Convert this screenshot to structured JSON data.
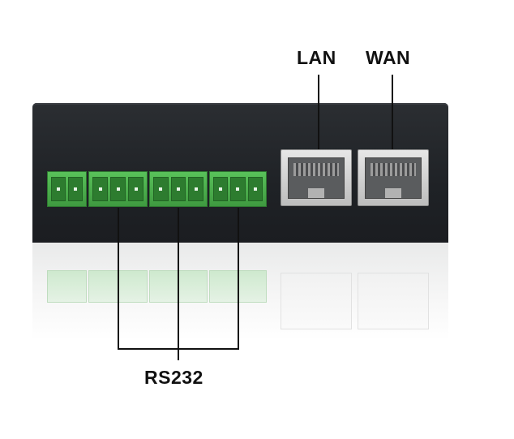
{
  "labels": {
    "lan": "LAN",
    "wan": "WAN",
    "rs232": "RS232"
  },
  "colors": {
    "chassis": "#1f2226",
    "terminal_green": "#4fb350",
    "port_metal": "#cfcfcf",
    "callout_line": "#111111"
  },
  "components": {
    "terminal_blocks": 4,
    "ethernet_ports": 2
  }
}
